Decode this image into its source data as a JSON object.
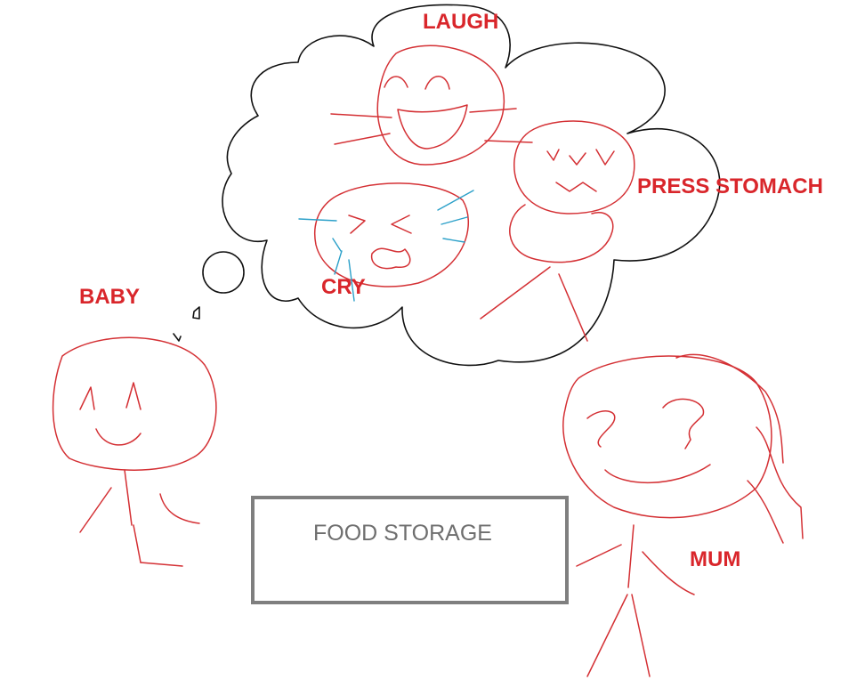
{
  "labels": {
    "laugh": "LAUGH",
    "press_stomach": "PRESS STOMACH",
    "cry": "CRY",
    "baby": "BABY",
    "mum": "MUM"
  },
  "food_storage": {
    "text": "FOOD STORAGE"
  },
  "colors": {
    "label_red": "#d9262b",
    "sketch_red": "#d43034",
    "tears_blue": "#2ba0c9",
    "cloud_ink": "#111111",
    "box_gray": "#7f7f7f"
  }
}
